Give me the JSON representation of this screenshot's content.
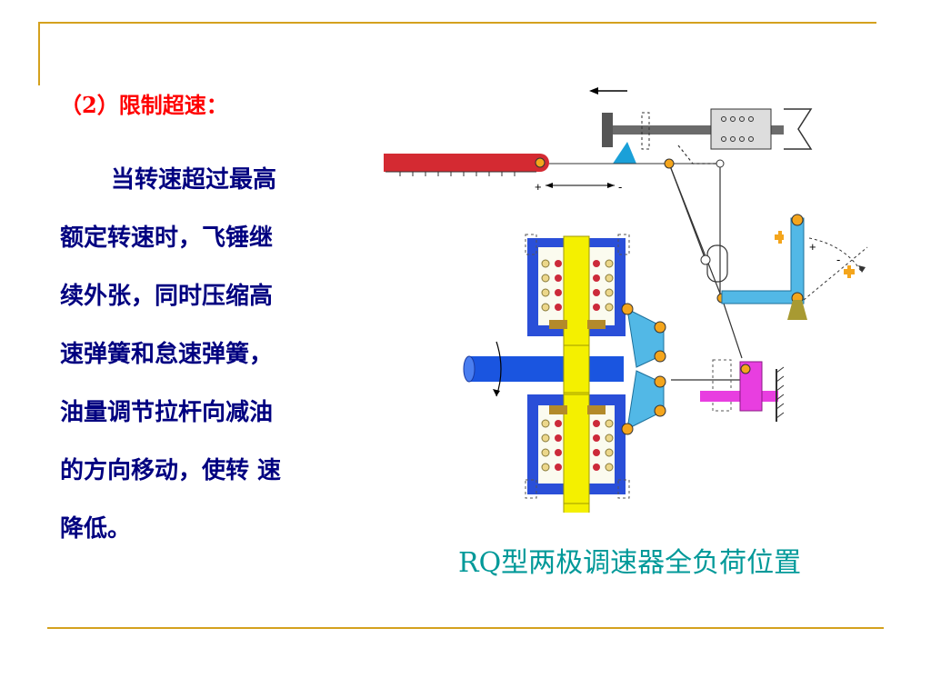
{
  "slide": {
    "heading": "（2）限制超速：",
    "body_lines": [
      "当转速超过最高",
      "额定转速时，飞锤继",
      "续外张，同时压缩高",
      "速弹簧和怠速弹簧，",
      "油量调节拉杆向减油",
      "的方向移动，使转 速",
      "降低。"
    ],
    "caption": "RQ型两极调速器全负荷位置"
  },
  "diagram": {
    "plus_top": "+",
    "minus_top": "-",
    "plus_right": "+",
    "minus_right": "-"
  },
  "colors": {
    "rule": "#d4a11e",
    "heading": "#ff0000",
    "body": "#000080",
    "caption": "#009999",
    "rack_red": "#d42a32",
    "lever_blue": "#52b8e6",
    "shaft_blue": "#1a55e0",
    "yellow": "#f4f000",
    "pink": "#e83ee0",
    "orange_pin": "#f4a51c"
  }
}
